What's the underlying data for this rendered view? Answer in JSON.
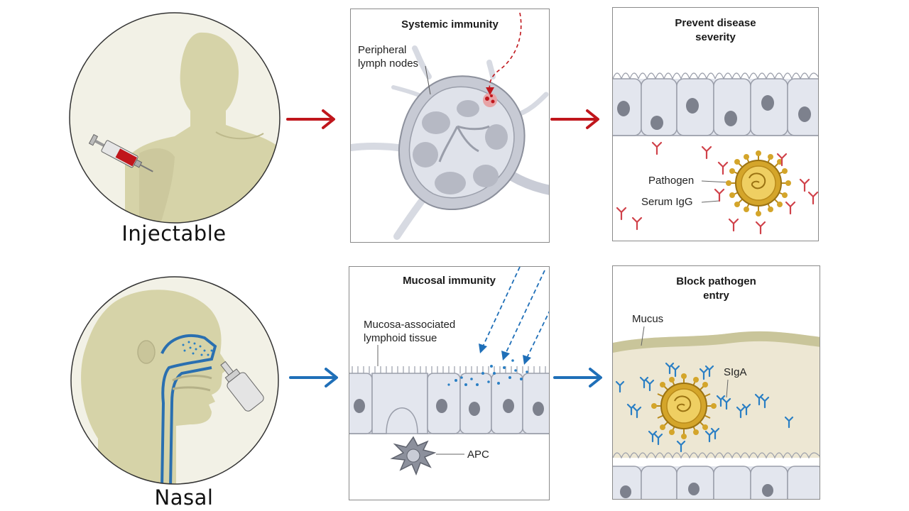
{
  "routes": {
    "injectable": {
      "label": "Injectable"
    },
    "nasal": {
      "label": "Nasal"
    }
  },
  "panels": {
    "systemic": {
      "title": "Systemic immunity",
      "label_lymph_nodes": "Peripheral\nlymph nodes"
    },
    "prevent": {
      "title": "Prevent disease\nseverity",
      "label_pathogen": "Pathogen",
      "label_igg": "Serum IgG"
    },
    "mucosal": {
      "title": "Mucosal immunity",
      "label_malt": "Mucosa-associated\nlymphoid tissue",
      "label_apc": "APC"
    },
    "block": {
      "title": "Block pathogen\nentry",
      "label_mucus": "Mucus",
      "label_siga": "SIgA"
    }
  },
  "colors": {
    "injectable_arrow": "#c0161c",
    "nasal_arrow": "#1f6fb8",
    "skin": "#d6d3a8",
    "cell": "#e3e6ee",
    "pathogen": "#d4a52a",
    "igg": "#d0424a",
    "siga": "#2a7fc4"
  }
}
